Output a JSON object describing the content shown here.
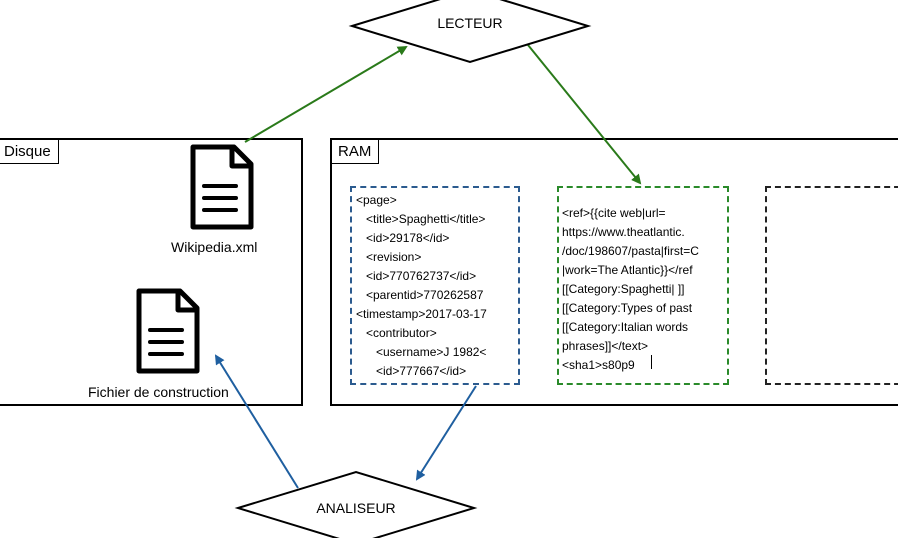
{
  "diagram": {
    "reader": {
      "label": "LECTEUR"
    },
    "parser": {
      "label": "ANALISEUR"
    },
    "disk": {
      "label": "Disque",
      "files": [
        {
          "label": "Wikipedia.xml",
          "icon": "document-icon"
        },
        {
          "label": "Fichier de construction",
          "icon": "document-icon"
        }
      ]
    },
    "ram": {
      "label": "RAM",
      "buffers": [
        {
          "color": "#2b5b8f",
          "lines": [
            "<page>",
            "   <title>Spaghetti</title>",
            "   <id>29178</id>",
            "   <revision>",
            "   <id>770762737</id>",
            "   <parentid>770262587",
            "<timestamp>2017-03-17",
            "   <contributor>",
            "      <username>J 1982<",
            "      <id>777667</id>"
          ]
        },
        {
          "color": "#2a8a2a",
          "lines": [
            "<ref>{{cite web|url=",
            "https://www.theatlantic.",
            "/doc/198607/pasta|first=C",
            "|work=The Atlantic}}</ref",
            "[[Category:Spaghetti| ]]",
            "[[Category:Types of past",
            "[[Category:Italian words",
            "phrases]]</text>",
            "<sha1>s80p9"
          ]
        },
        {
          "color": "#222222",
          "lines": []
        }
      ]
    },
    "arrows": [
      {
        "from": "Wikipedia.xml",
        "to": "LECTEUR",
        "color": "#2a7a1a"
      },
      {
        "from": "LECTEUR",
        "to": "RAM green buffer",
        "color": "#2a7a1a"
      },
      {
        "from": "RAM blue buffer",
        "to": "ANALISEUR",
        "color": "#1f5fa0"
      },
      {
        "from": "ANALISEUR",
        "to": "Fichier de construction",
        "color": "#1f5fa0"
      }
    ]
  }
}
